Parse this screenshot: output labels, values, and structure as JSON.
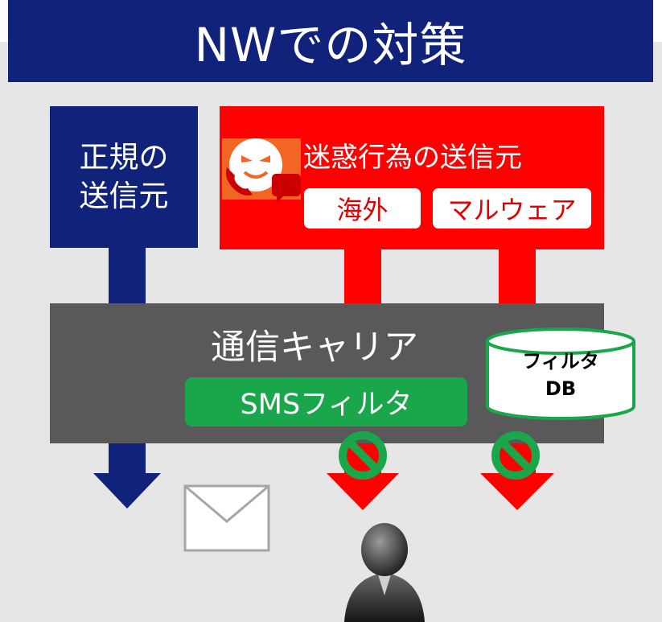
{
  "title": "NWでの対策",
  "legit_sender": {
    "line1": "正規の",
    "line2": "送信元"
  },
  "spam_sender": {
    "title": "迷惑行為の送信元",
    "tags": [
      "海外",
      "マルウェア"
    ]
  },
  "carrier": {
    "title": "通信キャリア",
    "filter_label": "SMSフィルタ",
    "db_line1": "フィルタ",
    "db_line2": "DB"
  },
  "colors": {
    "navy": "#10227a",
    "red": "#ff0000",
    "carrier_gray": "#595959",
    "filter_green": "#1aa64a",
    "panel": "#e6e6e6"
  },
  "icons": [
    "scammer-face-icon",
    "phone-icon",
    "chat-bubble-icon",
    "envelope-icon",
    "block-icon",
    "user-icon"
  ]
}
